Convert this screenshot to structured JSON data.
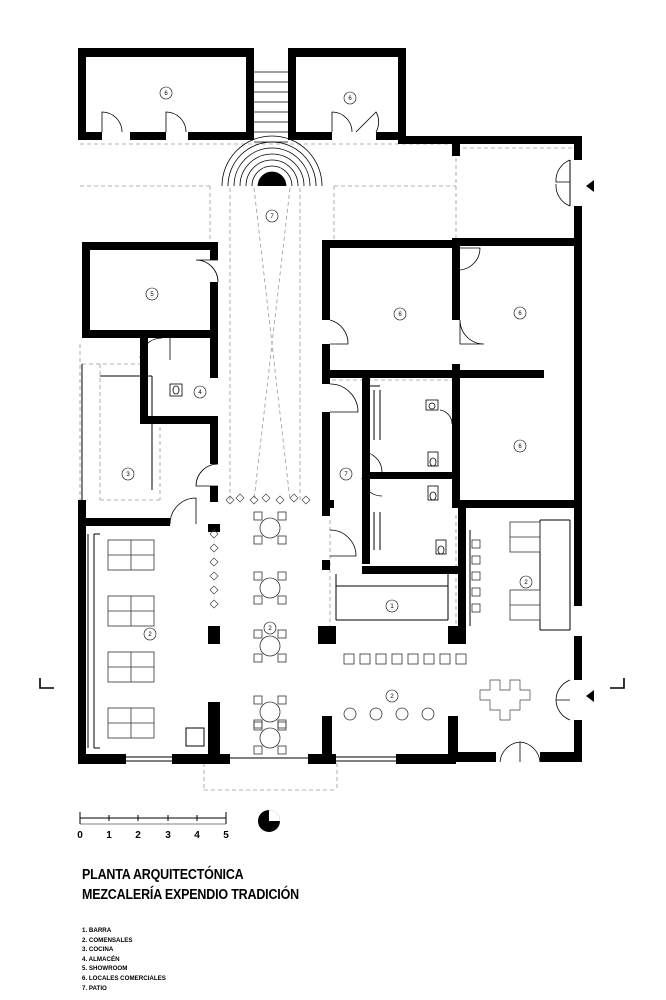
{
  "title": {
    "line1": "PLANTA ARQUITECTÓNICA",
    "line2": "MEZCALERÍA EXPENDIO TRADICIÓN"
  },
  "legend": [
    "1. BARRA",
    "2. COMENSALES",
    "3. COCINA",
    "4. ALMACÉN",
    "5. SHOWROOM",
    "6. LOCALES COMERCIALES",
    "7. PATIO"
  ],
  "scale_bar": {
    "labels": [
      "0",
      "1",
      "2",
      "3",
      "4",
      "5"
    ]
  },
  "room_numbers": {
    "top_left_local": "6",
    "top_right_local": "6",
    "patio_north": "7",
    "showroom": "5",
    "local_mid_left": "6",
    "local_mid_right": "6",
    "local_east": "6",
    "almacen": "4",
    "cocina": "3",
    "patio_south": "7",
    "comensales_west": "2",
    "comensales_center": "2",
    "barra": "1",
    "comensales_east": "2",
    "comensales_south": "2"
  },
  "colors": {
    "wall": "#000000",
    "dashed": "#999999",
    "furniture": "#333333"
  },
  "icons": {
    "north_arrow": "north-arrow-icon",
    "section_marks": "section-mark-icon"
  }
}
